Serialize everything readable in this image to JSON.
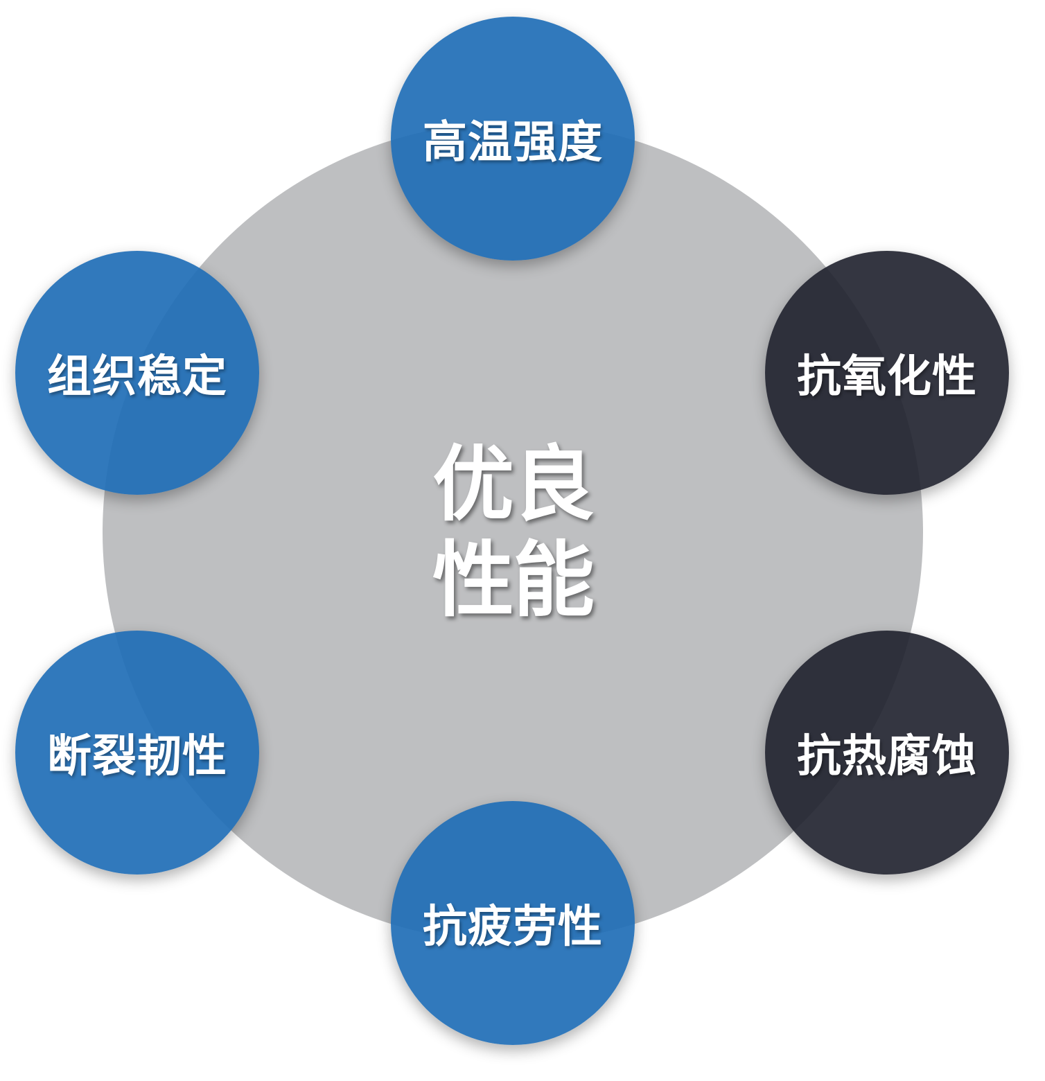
{
  "center": {
    "line1": "优良",
    "line2": "性能"
  },
  "nodes": {
    "top": "高温强度",
    "top_left": "组织稳定",
    "top_right": "抗氧化性",
    "bottom_left": "断裂韧性",
    "bottom_right": "抗热腐蚀",
    "bottom": "抗疲劳性"
  },
  "colors": {
    "center_disc": "#bebfc1",
    "blue_node": "#206eb6",
    "dark_node": "#1e202c",
    "text": "#ffffff"
  }
}
